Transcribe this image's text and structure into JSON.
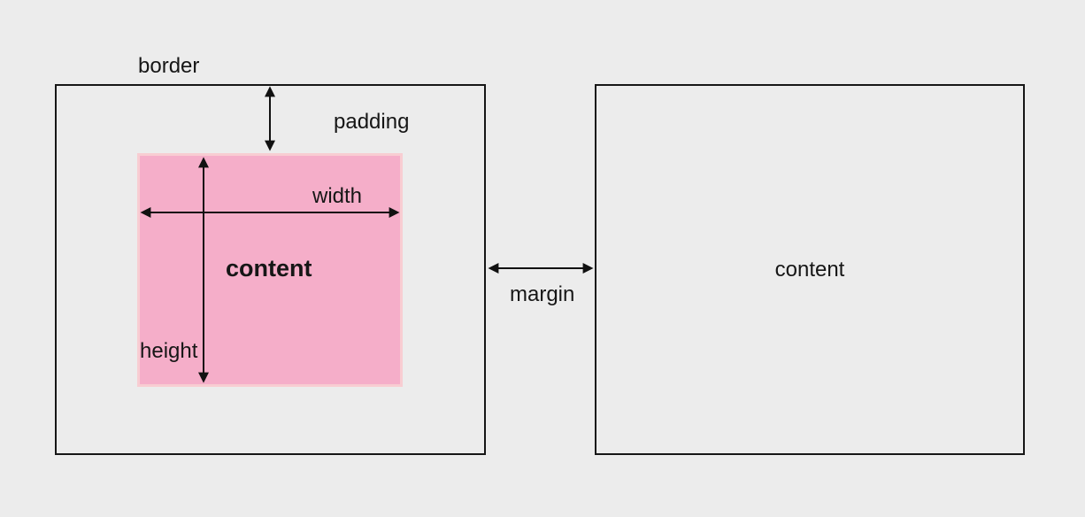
{
  "colors": {
    "background": "#ececec",
    "box_border": "#161616",
    "content_fill": "#f5aec9",
    "content_fill_edge": "#f8cdd2",
    "arrow": "#111111",
    "text": "#161616"
  },
  "left_box": {
    "border_label": "border",
    "padding_label": "padding",
    "width_label": "width",
    "height_label": "height",
    "content_label": "content"
  },
  "margin_label": "margin",
  "right_box": {
    "content_label": "content"
  }
}
